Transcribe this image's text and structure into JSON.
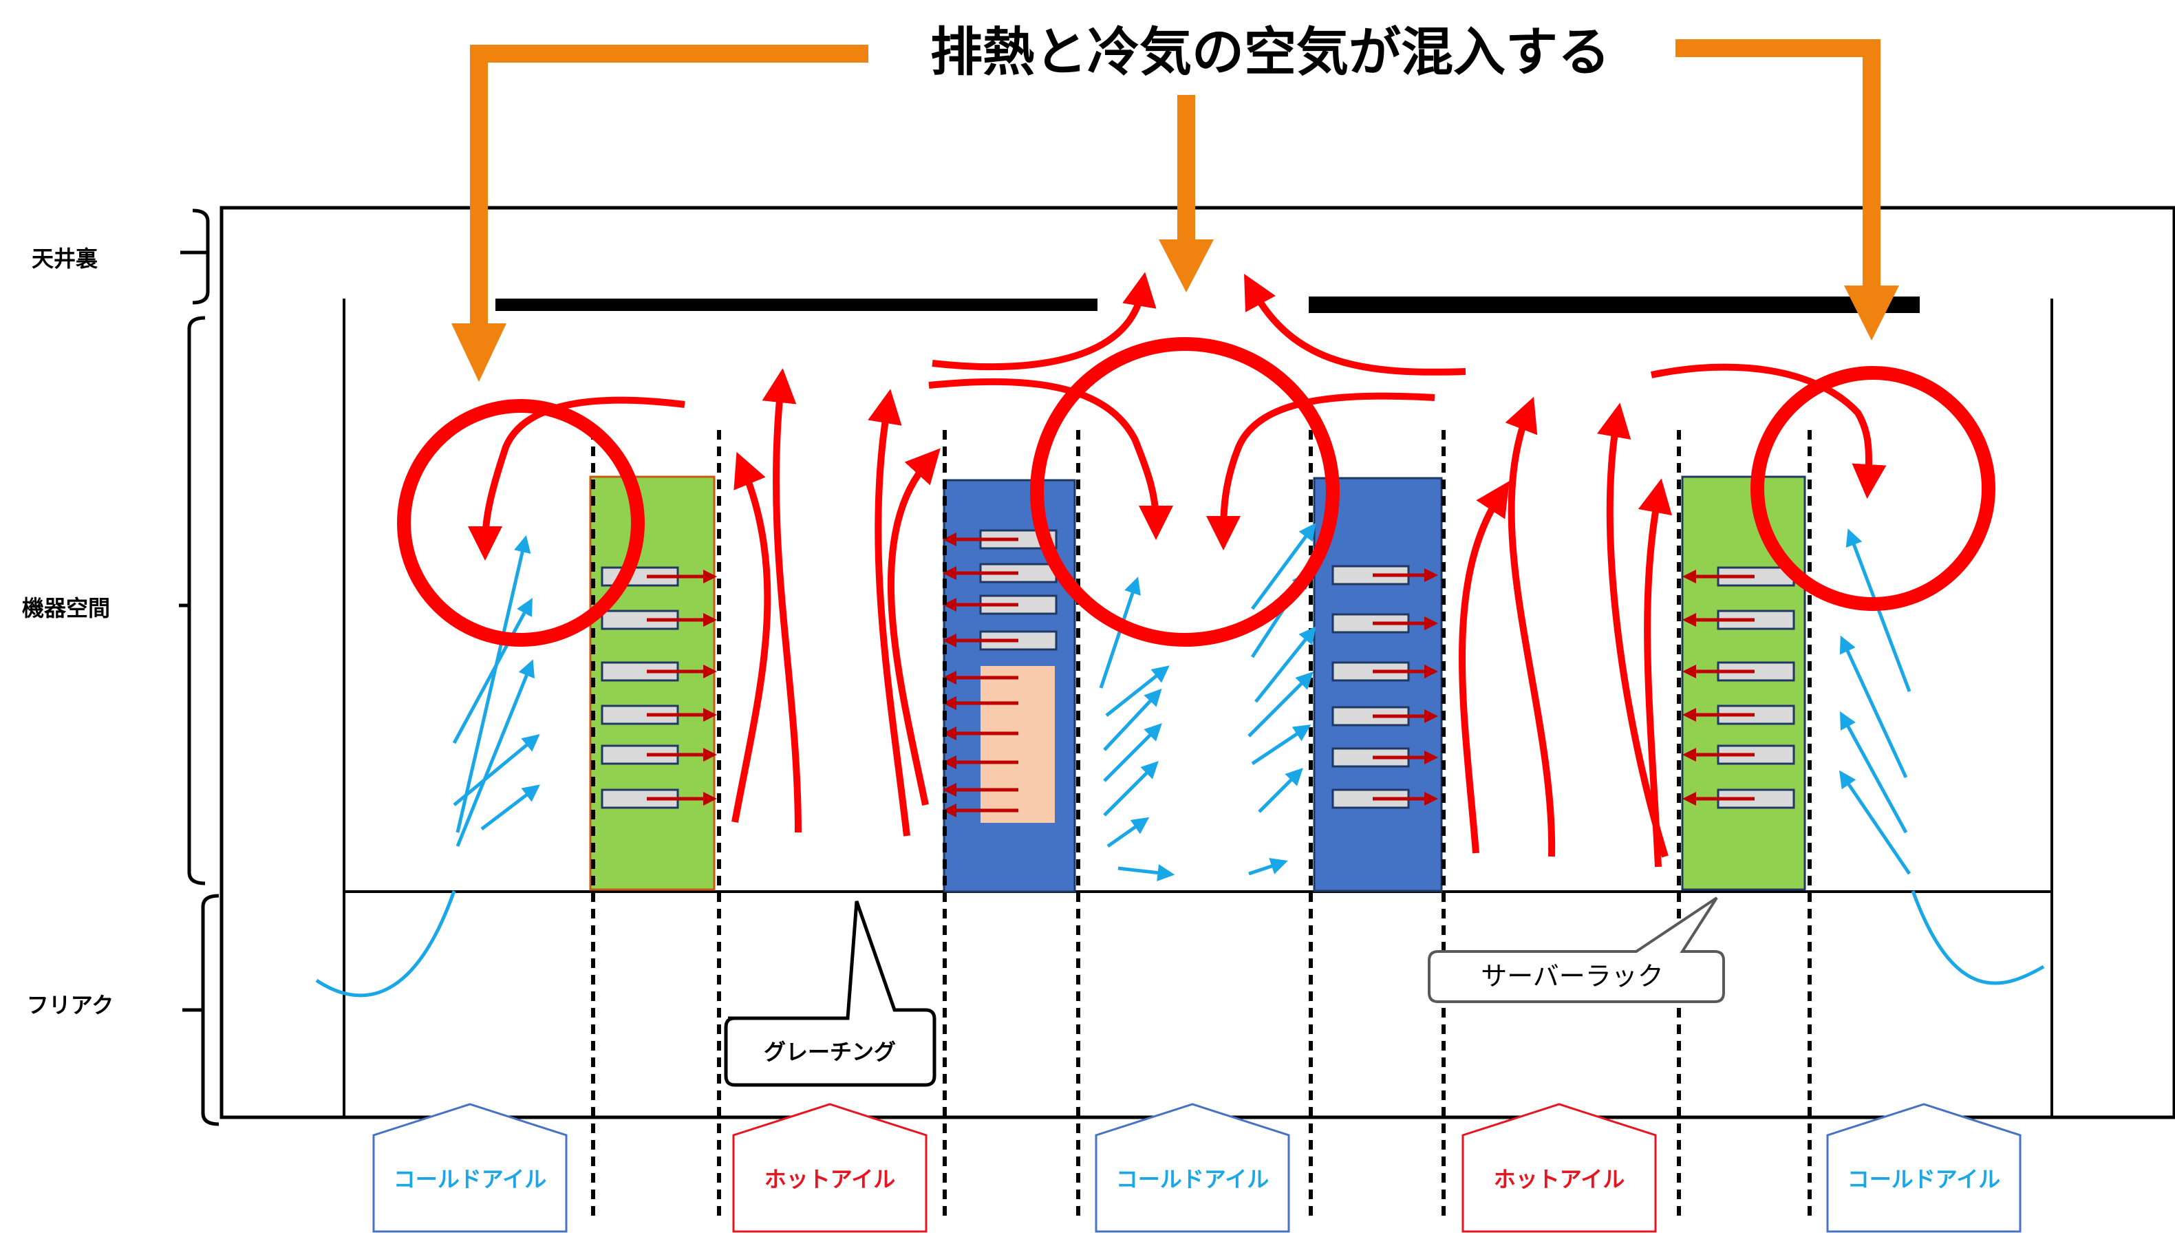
{
  "title": "排熱と冷気の空気が混入する",
  "zones": {
    "ceiling": "天井裏",
    "equipment": "機器空間",
    "raised_floor": "フリアク"
  },
  "callouts": {
    "grating": "グレーチング",
    "server_rack": "サーバーラック"
  },
  "aisles": [
    {
      "label": "コールドアイル",
      "kind": "cold"
    },
    {
      "label": "ホットアイル",
      "kind": "hot"
    },
    {
      "label": "コールドアイル",
      "kind": "cold"
    },
    {
      "label": "ホットアイル",
      "kind": "hot"
    },
    {
      "label": "コールドアイル",
      "kind": "cold"
    }
  ],
  "colors": {
    "orange": "#F0820F",
    "red": "#FF0000",
    "dark_red": "#C00000",
    "cold_blue": "#1AA7E8",
    "rack_green": "#92D050",
    "rack_blue": "#4472C4",
    "aisle_cold_text": "#1AA7E8",
    "aisle_hot_text": "#E8141E",
    "aisle_cold_border": "#4472C4",
    "aisle_hot_border": "#E8141E"
  }
}
